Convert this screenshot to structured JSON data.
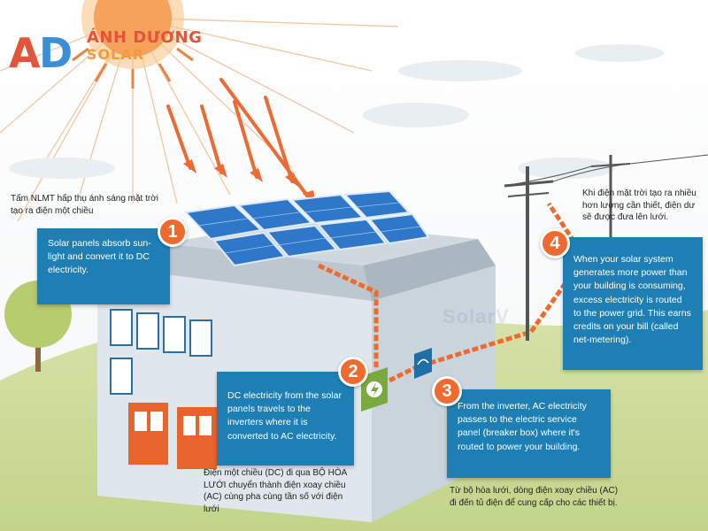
{
  "logo": {
    "line1": "ÁNH DƯƠNG",
    "line2": "SOLAR",
    "mark": "AD"
  },
  "watermark": "SolarV",
  "steps": [
    {
      "number": "1",
      "en": "Solar panels absorb sun-light and convert it to DC electricity.",
      "vi": "Tấm NLMT hấp thụ ánh sáng mặt trời tạo ra điện một chiều"
    },
    {
      "number": "2",
      "en": "DC electricity from the solar panels travels to the inverters where it is converted to AC electricity.",
      "vi": "Điện một chiều (DC) đi qua BỘ HÒA LƯỚI chuyển thành điện xoay chiều (AC) cùng pha cùng tần số với điện lưới"
    },
    {
      "number": "3",
      "en": "From the inverter, AC electricity passes to the electric service panel (breaker box) where it's routed to power your building.",
      "vi": "Từ bộ hòa lưới, dòng điện xoay chiều (AC) đi đến tủ điện để cung cấp cho các thiết bị."
    },
    {
      "number": "4",
      "en": "When your solar system generates more power than your building is consuming, excess electricity is routed to the power grid. This earns credits on your bill (called net-metering).",
      "vi": "Khi điện mặt trời tạo ra nhiều hơn lượng cần thiết, điện dư sẽ được đưa lên lưới."
    }
  ]
}
